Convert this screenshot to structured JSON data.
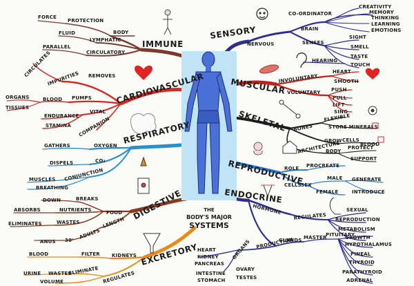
{
  "center": {
    "title_line1": "THE",
    "title_line2": "BODY'S MAJOR",
    "title_line3": "SYSTEMS"
  },
  "colors": {
    "immune": "#7a3b2e",
    "sensory": "#2d2e8f",
    "cardio": "#d9281f",
    "muscular": "#c4201b",
    "respiratory": "#2a8fcf",
    "skeletal": "#1e1e1e",
    "digestive": "#8a3a1e",
    "reproductive": "#2b7fd0",
    "excretory": "#e8891a",
    "endocrine": "#2d2e8f",
    "body": "#4a6fd6",
    "body_bg": "#bfe4f6"
  },
  "branches": {
    "immune": {
      "title": "IMMUNE",
      "protection": "PROTECTION",
      "force": "FORCE",
      "body": "BODY",
      "lymphatic": "LYMPHATIC",
      "fluid": "FLUID",
      "circulatory": "CIRCULATORY",
      "parallel": "PARALLEL"
    },
    "sensory": {
      "title": "SENSORY",
      "nervous": "NERVOUS",
      "brain": "BRAIN",
      "coordinator": "CO-ORDINATOR",
      "creativity": "CREATIVITY",
      "memory": "MEMORY",
      "thinking": "THINKING",
      "learning": "LEARNING",
      "emotions": "EMOTIONS",
      "senses": "SENSES",
      "sight": "SIGHT",
      "smell": "SMELL",
      "taste": "TASTE",
      "touch": "TOUCH",
      "hearing": "HEARING"
    },
    "cardio": {
      "title": "CARDIOVASCULAR",
      "removes": "REMOVES",
      "impurities": "IMPURITIES",
      "circulates": "CIRCULATES",
      "pumps": "PUMPS",
      "blood": "BLOOD",
      "organs": "ORGANS",
      "tissues": "TISSUES",
      "vital": "VITAL",
      "endurance": "ENDURANCE",
      "stamina": "STAMINA",
      "companion": "COMPANION"
    },
    "muscular": {
      "title": "MUSCULAR",
      "involuntary": "INVOLUNTARY",
      "heart": "HEART",
      "smooth": "SMOOTH",
      "voluntary": "VOLUNTARY",
      "push": "PUSH",
      "pull": "PULL",
      "lift": "LIFT",
      "sing": "SING"
    },
    "respiratory": {
      "title": "RESPIRATORY",
      "oxygen": "OXYGEN",
      "gathers": "GATHERS",
      "co2": "CO₂",
      "dispels": "DISPELS",
      "conjunction": "CONJUNCTION",
      "muscles": "MUSCLES",
      "breathing": "BREATHING"
    },
    "skeletal": {
      "title": "SKELETAL",
      "bones": "BONES",
      "flexible": "FLEXIBLE",
      "store_minerals": "STORE MINERALS",
      "grow": "GROW",
      "cells": "CELLS",
      "blood": "BLOOD",
      "architecture": "ARCHITECTURE",
      "body": "BODY",
      "protect": "PROTECT",
      "support": "SUPPORT"
    },
    "digestive": {
      "title": "DIGESTIVE",
      "food": "FOOD",
      "breaks": "BREAKS",
      "down": "DOWN",
      "nutrients": "NUTRIENTS",
      "absorbs": "ABSORBS",
      "wastes": "WASTES",
      "eliminates": "ELIMINATES",
      "length": "LENGTH",
      "adults": "ADULTS",
      "thirty": "30'",
      "anus": "ANUS"
    },
    "reproductive": {
      "title": "REPRODUCTIVE",
      "role": "ROLE",
      "procreate": "PROCREATE",
      "cells": "CELLS",
      "sex": "SEX",
      "male": "MALE",
      "female": "FEMALE",
      "generate": "GENERATE",
      "introduce": "INTRODUCE"
    },
    "excretory": {
      "title": "EXCRETORY",
      "kidneys": "KIDNEYS",
      "filter": "FILTER",
      "blood": "BLOOD",
      "regulates": "REGULATES",
      "eliminate": "ELIMINATE",
      "wastes": "WASTES",
      "urine": "URINE",
      "volume": "VOLUME"
    },
    "endocrine": {
      "title": "ENDOCRINE",
      "hormone": "HORMONE",
      "regulates": "REGULATES",
      "sexual": "SEXUAL",
      "reproduction": "REPRODUCTION",
      "metabolism": "METABOLISM",
      "growth": "GROWTH",
      "glands": "GLANDS",
      "production": "PRODUCTION",
      "organs": "ORGANS",
      "heart": "HEART",
      "kidney": "KIDNEY",
      "pancreas": "PANCREAS",
      "intestine": "INTESTINE",
      "stomach": "STOMACH",
      "ovary": "OVARY",
      "testes": "TESTES",
      "master": "MASTER",
      "pituitary": "PITUITARY",
      "hypothalamus": "HYPOTHALAMUS",
      "pineal": "PINEAL",
      "thyroid": "THYROID",
      "parathyroid": "PARATHYROID",
      "adrenal": "ADRENAL"
    }
  }
}
